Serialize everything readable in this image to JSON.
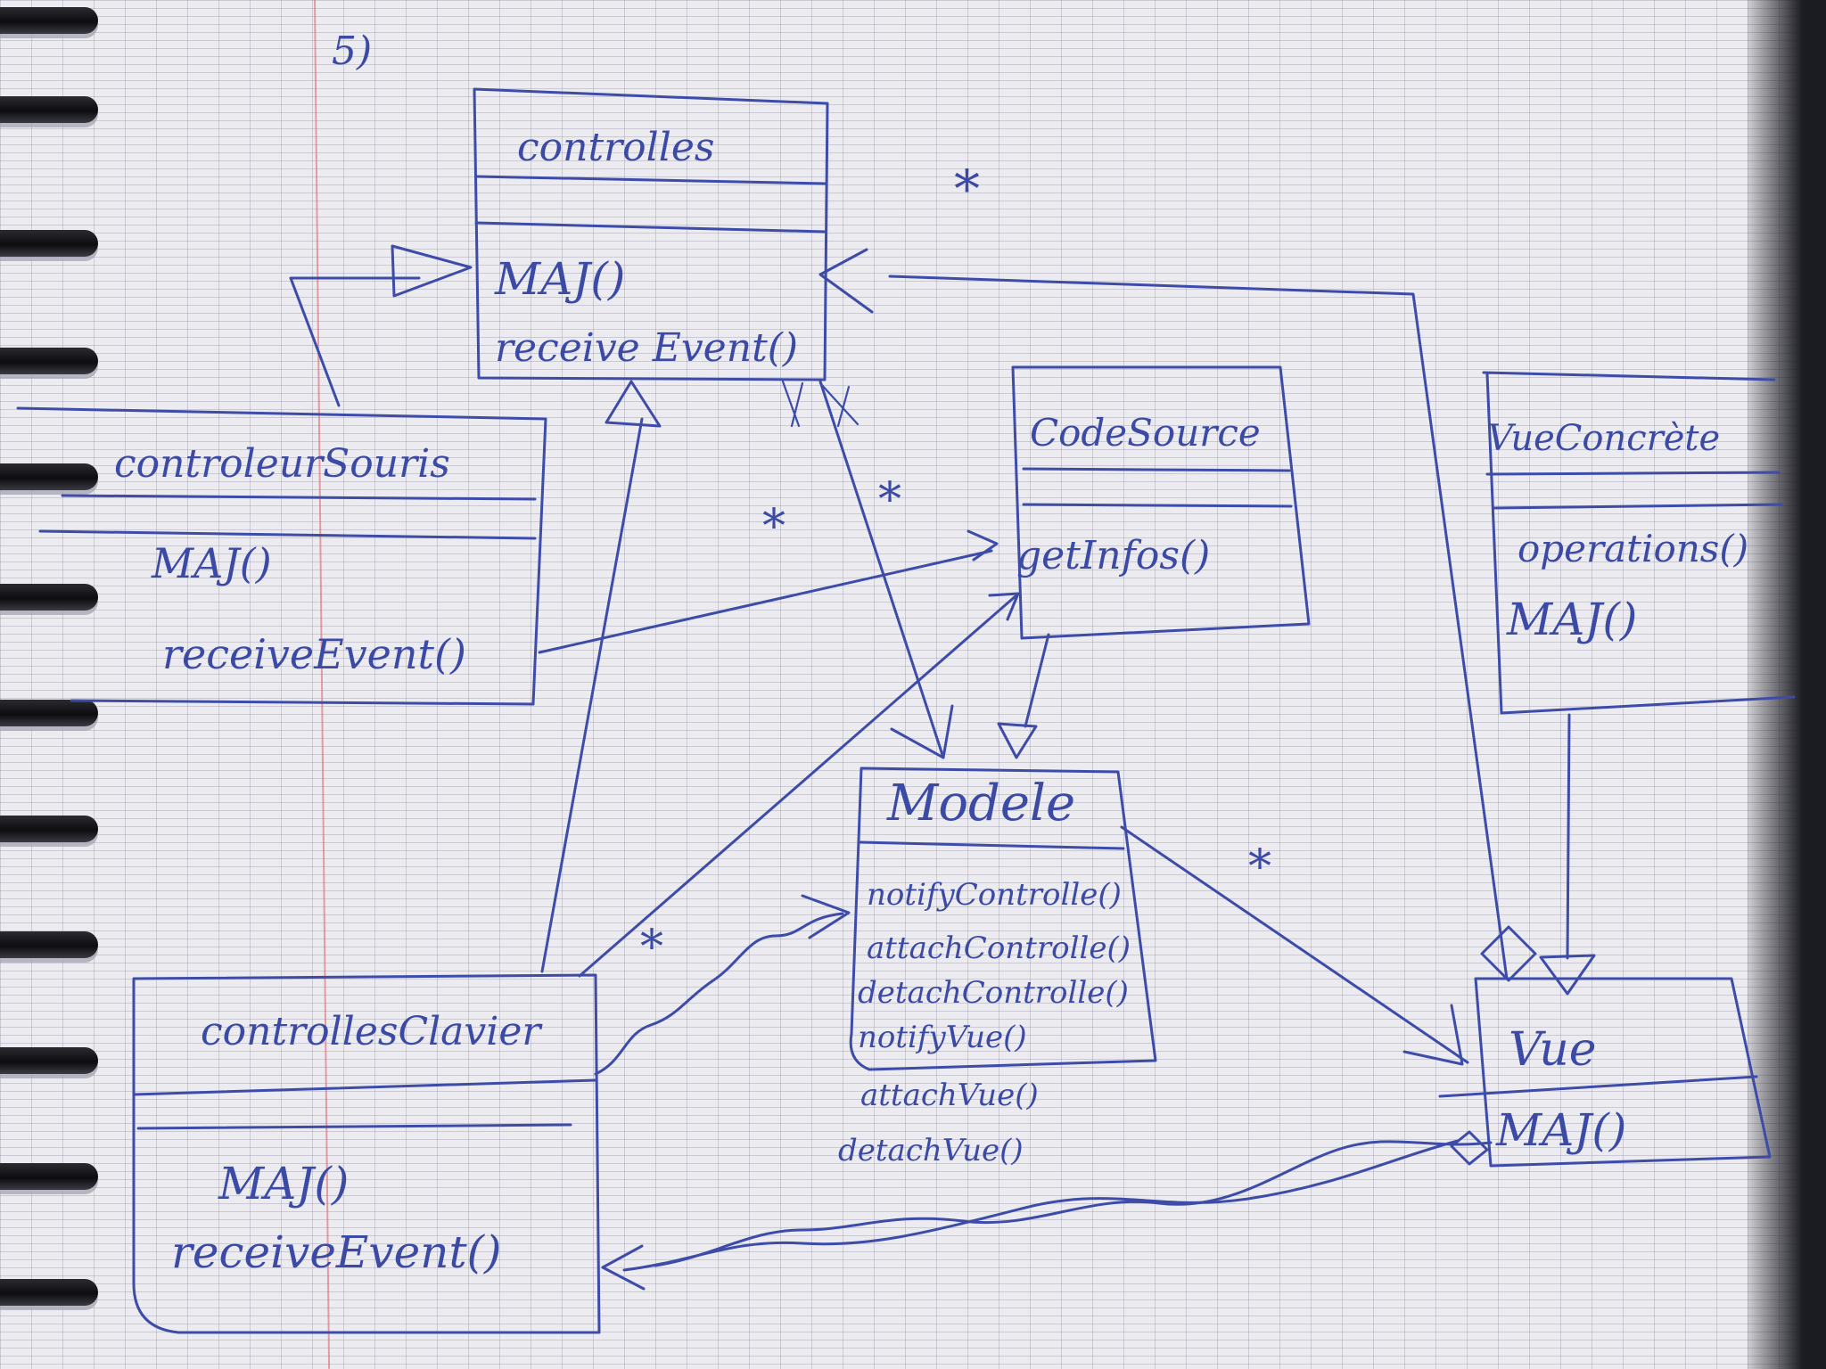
{
  "exercise_number": "5)",
  "classes": {
    "controller": {
      "name": "controlles",
      "methods": [
        "MAJ()",
        "receive Event()"
      ]
    },
    "mouse_controller": {
      "name": "controleurSouris",
      "methods": [
        "MAJ()",
        "receiveEvent()"
      ]
    },
    "keyboard_controller": {
      "name": "controllesClavier",
      "methods": [
        "MAJ()",
        "receiveEvent()"
      ]
    },
    "source_code": {
      "name": "CodeSource",
      "methods": [
        "getInfos()"
      ]
    },
    "model": {
      "name": "Modele",
      "methods": [
        "notifyControlle()",
        "attachControlle()",
        "detachControlle()",
        "notifyVue()",
        "attachVue()",
        "detachVue()"
      ]
    },
    "concrete_view": {
      "name": "VueConcrète",
      "methods": [
        "operations()",
        "MAJ()"
      ]
    },
    "view": {
      "name": "Vue",
      "methods": [
        "MAJ()"
      ]
    }
  },
  "multiplicities": [
    "*",
    "*",
    "*",
    "*",
    "*"
  ],
  "colors": {
    "ink": "#3b4aa5",
    "paper": "#ecebef",
    "margin": "#dc5a64"
  }
}
